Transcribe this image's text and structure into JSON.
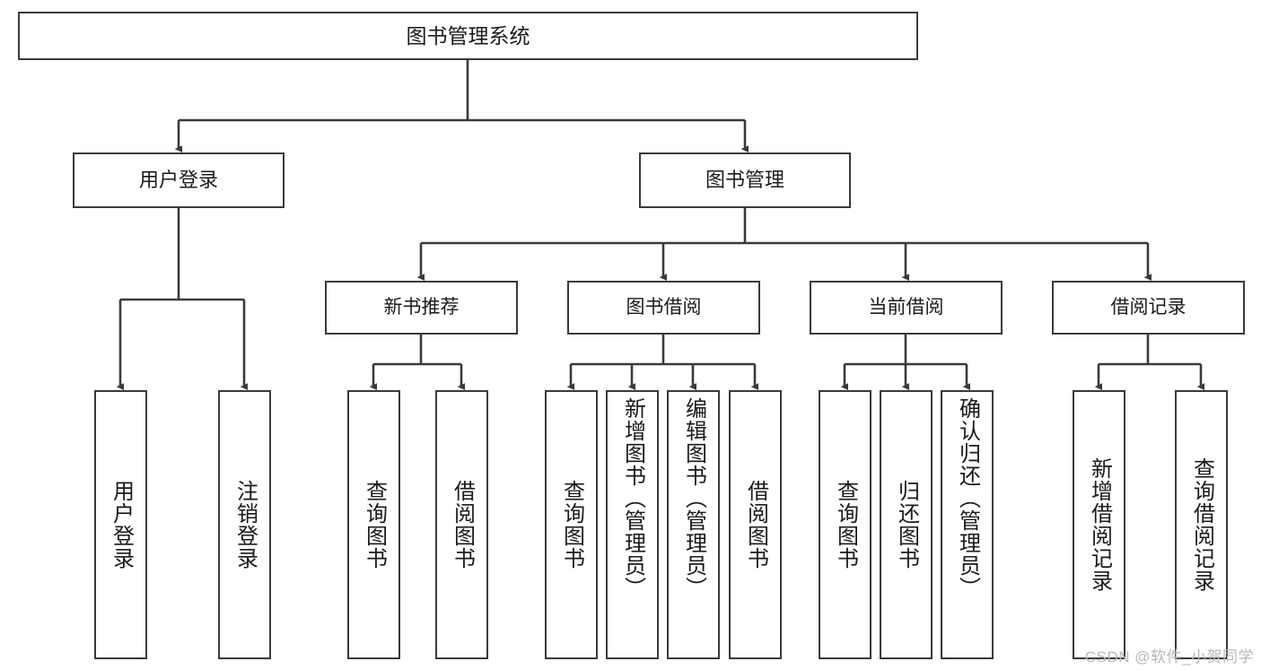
{
  "diagram": {
    "title": "图书管理系统",
    "type": "tree-hierarchy",
    "watermark": "CSDN @软件_小贺同学",
    "colors": {
      "box_border": "#3a3a3a",
      "box_fill": "#ffffff",
      "connector": "#3a3a3a",
      "text": "#1a1a1a",
      "watermark": "#b7b7b7",
      "background": "#ffffff"
    },
    "root": {
      "label": "图书管理系统"
    },
    "level2": [
      {
        "label": "用户登录"
      },
      {
        "label": "图书管理"
      }
    ],
    "level3": [
      {
        "label": "新书推荐"
      },
      {
        "label": "图书借阅"
      },
      {
        "label": "当前借阅"
      },
      {
        "label": "借阅记录"
      }
    ],
    "leaves": {
      "user_login": [
        {
          "label": "用户登录"
        },
        {
          "label": "注销登录"
        }
      ],
      "new_book": [
        {
          "label": "查询图书"
        },
        {
          "label": "借阅图书"
        }
      ],
      "book_borrow": [
        {
          "label": "查询图书"
        },
        {
          "label": "新增图书（管理员）"
        },
        {
          "label": "编辑图书（管理员）"
        },
        {
          "label": "借阅图书"
        }
      ],
      "current_borrow": [
        {
          "label": "查询图书"
        },
        {
          "label": "归还图书"
        },
        {
          "label": "确认归还（管理员）"
        }
      ],
      "borrow_record": [
        {
          "label": "新增借阅记录"
        },
        {
          "label": "查询借阅记录"
        }
      ]
    }
  }
}
